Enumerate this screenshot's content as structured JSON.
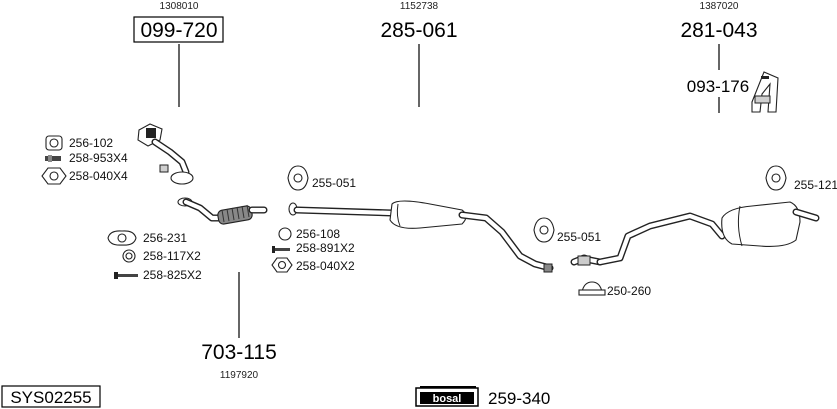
{
  "groups": {
    "front": {
      "ref": "1308010",
      "part": "099-720"
    },
    "middle": {
      "ref": "1152738",
      "part": "285-061"
    },
    "rear": {
      "ref": "1387020",
      "part": "281-043",
      "sub_part": "093-176"
    },
    "downpipe": {
      "ref": "1197920",
      "part": "703-115"
    }
  },
  "parts": {
    "p256_102": "256-102",
    "p258_953": "258-953X4",
    "p258_040a": "258-040X4",
    "p256_231": "256-231",
    "p258_117": "258-117X2",
    "p258_825": "258-825X2",
    "p255_051a": "255-051",
    "p256_108": "256-108",
    "p258_891": "258-891X2",
    "p258_040b": "258-040X2",
    "p255_051b": "255-051",
    "p250_260": "250-260",
    "p255_121": "255-121",
    "p259_340": "259-340"
  },
  "system_code": "SYS02255",
  "brand_logo": "bosal"
}
